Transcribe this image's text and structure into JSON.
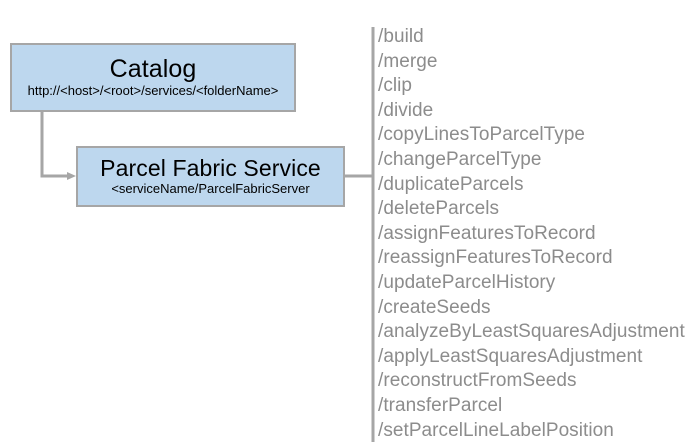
{
  "diagram": {
    "type": "service-architecture-diagram",
    "colors": {
      "node_fill": "#bdd7ee",
      "node_border": "#a6a6a6",
      "connector": "#a6a6a6",
      "operation_text": "#8c8c8c",
      "node_text": "#000000",
      "background": "#ffffff"
    },
    "nodes": [
      {
        "id": "catalog",
        "title": "Catalog",
        "subtitle": "http://<host>/<root>/services/<folderName>"
      },
      {
        "id": "parcel-fabric-service",
        "title": "Parcel Fabric Service",
        "subtitle": "<serviceName/ParcelFabricServer"
      }
    ],
    "operations": [
      "/build",
      "/merge",
      "/clip",
      "/divide",
      "/copyLinesToParcelType",
      "/changeParcelType",
      "/duplicateParcels",
      "/deleteParcels",
      "/assignFeaturesToRecord",
      "/reassignFeaturesToRecord",
      "/updateParcelHistory",
      "/createSeeds",
      "/analyzeByLeastSquaresAdjustment",
      "/applyLeastSquaresAdjustment",
      "/reconstructFromSeeds",
      "/transferParcel",
      "/setParcelLineLabelPosition"
    ]
  }
}
